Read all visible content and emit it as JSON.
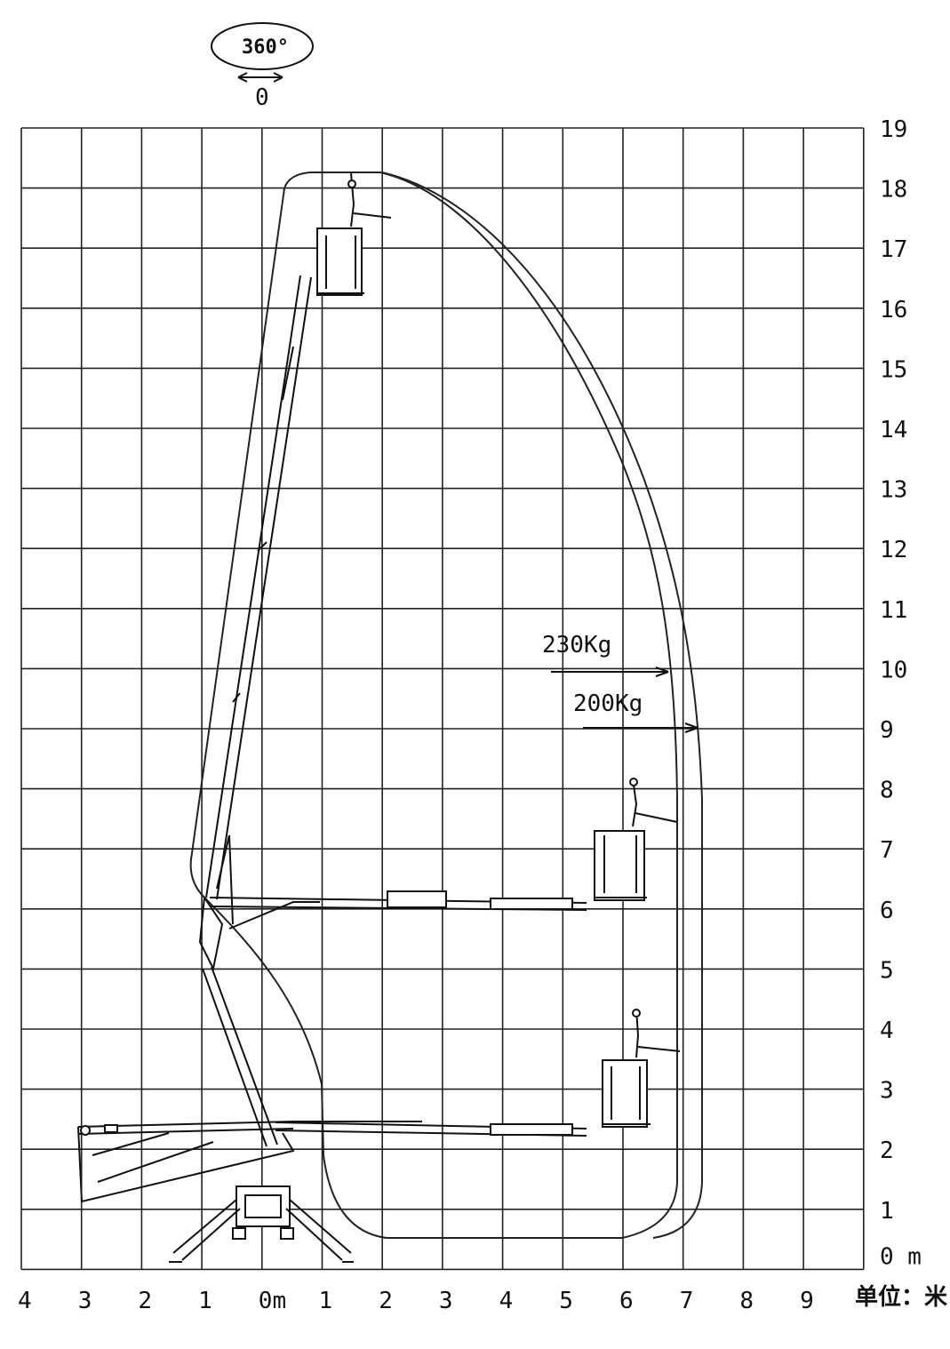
{
  "rotation": {
    "label": "360°",
    "zero_label": "0"
  },
  "axes": {
    "x_labels": [
      "4",
      "3",
      "2",
      "1",
      "0m",
      "1",
      "2",
      "3",
      "4",
      "5",
      "6",
      "7",
      "8",
      "9"
    ],
    "y_labels": [
      "19",
      "18",
      "17",
      "16",
      "15",
      "14",
      "13",
      "12",
      "11",
      "10",
      "9",
      "8",
      "7",
      "6",
      "5",
      "4",
      "3",
      "2",
      "1",
      "0 m"
    ],
    "unit_label": "单位：米"
  },
  "loads": [
    {
      "label": "230Kg"
    },
    {
      "label": "200Kg"
    }
  ],
  "colors": {
    "line": "#111111",
    "background": "#ffffff"
  }
}
